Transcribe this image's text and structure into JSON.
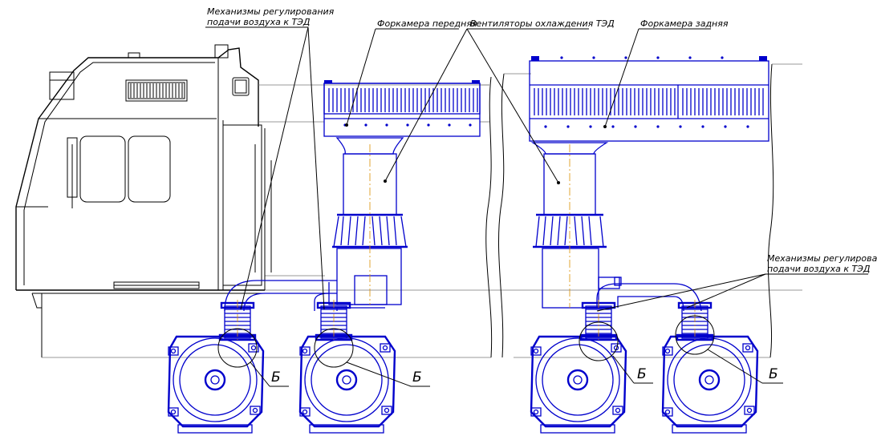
{
  "labels": {
    "air_mechanisms_top_line1": "Механизмы регулирования",
    "air_mechanisms_top_line2": "подачи воздуха к ТЭД",
    "front_chamber": "Форкамера передняя",
    "cooling_fans": "Вентиляторы охлаждения ТЭД",
    "rear_chamber": "Форкамера задняя",
    "air_mechanisms_right_line1": "Механизмы регулирования",
    "air_mechanisms_right_line2": "подачи воздуха к ТЭД"
  },
  "view_markers": [
    "Б",
    "Б",
    "Б",
    "Б"
  ],
  "colors": {
    "equipment": "#0000cc",
    "body": "#000000",
    "axis": "#d99000"
  }
}
